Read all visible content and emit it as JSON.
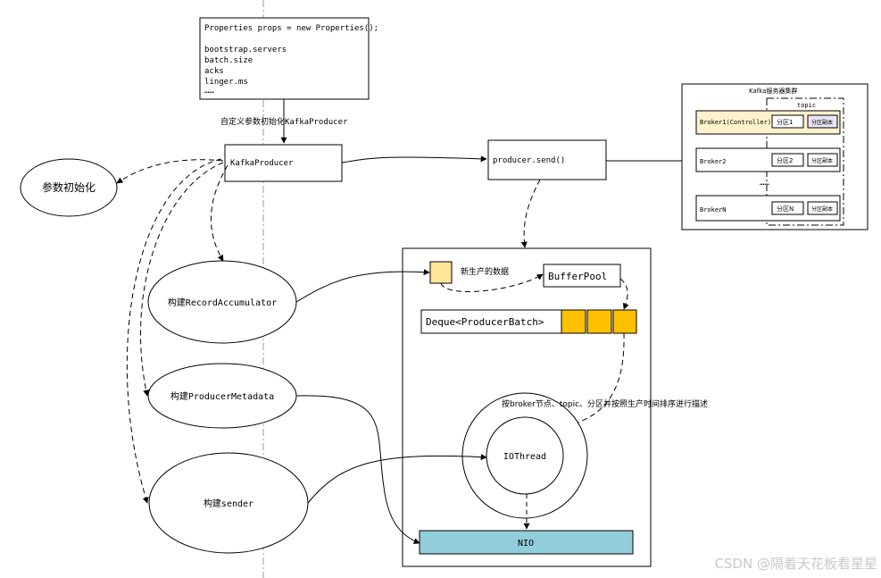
{
  "props_box": {
    "lines": [
      "Properties props = new Properties();",
      "",
      "bootstrap.servers",
      "batch.size",
      "acks",
      "linger.ms",
      "……"
    ]
  },
  "labels": {
    "custom_init": "自定义参数初始化KafkaProducer",
    "kafka_producer": "KafkaProducer",
    "producer_send": "producer.send()",
    "param_init": "参数初始化",
    "build_accumulator": "构建RecordAccumulator",
    "build_metadata": "构建ProducerMetadata",
    "build_sender": "构建sender",
    "new_data": "新生产的数据",
    "buffer_pool": "BufferPool",
    "deque": "Deque<ProducerBatch>",
    "io_desc": "按broker节点、topic、分区并按照生产时间排序进行描述",
    "io_thread": "IOThread",
    "nio": "NIO",
    "watermark": "CSDN @隔着天花板看星星"
  },
  "cluster": {
    "title": "Kafka服务器集群",
    "topic": "topic",
    "brokers": [
      "Broker1(Controller)",
      "Broker2",
      "BrokerN"
    ],
    "partitions": [
      "分区1",
      "分区2",
      "分区N"
    ],
    "replica": "分区副本",
    "ellipsis": "……"
  },
  "colors": {
    "yellow": "#ffc000",
    "light_yellow": "#ffe699",
    "broker1_fill": "#fff2cc",
    "nio_fill": "#92cddc",
    "replica_fill": "#e7e6f7"
  }
}
